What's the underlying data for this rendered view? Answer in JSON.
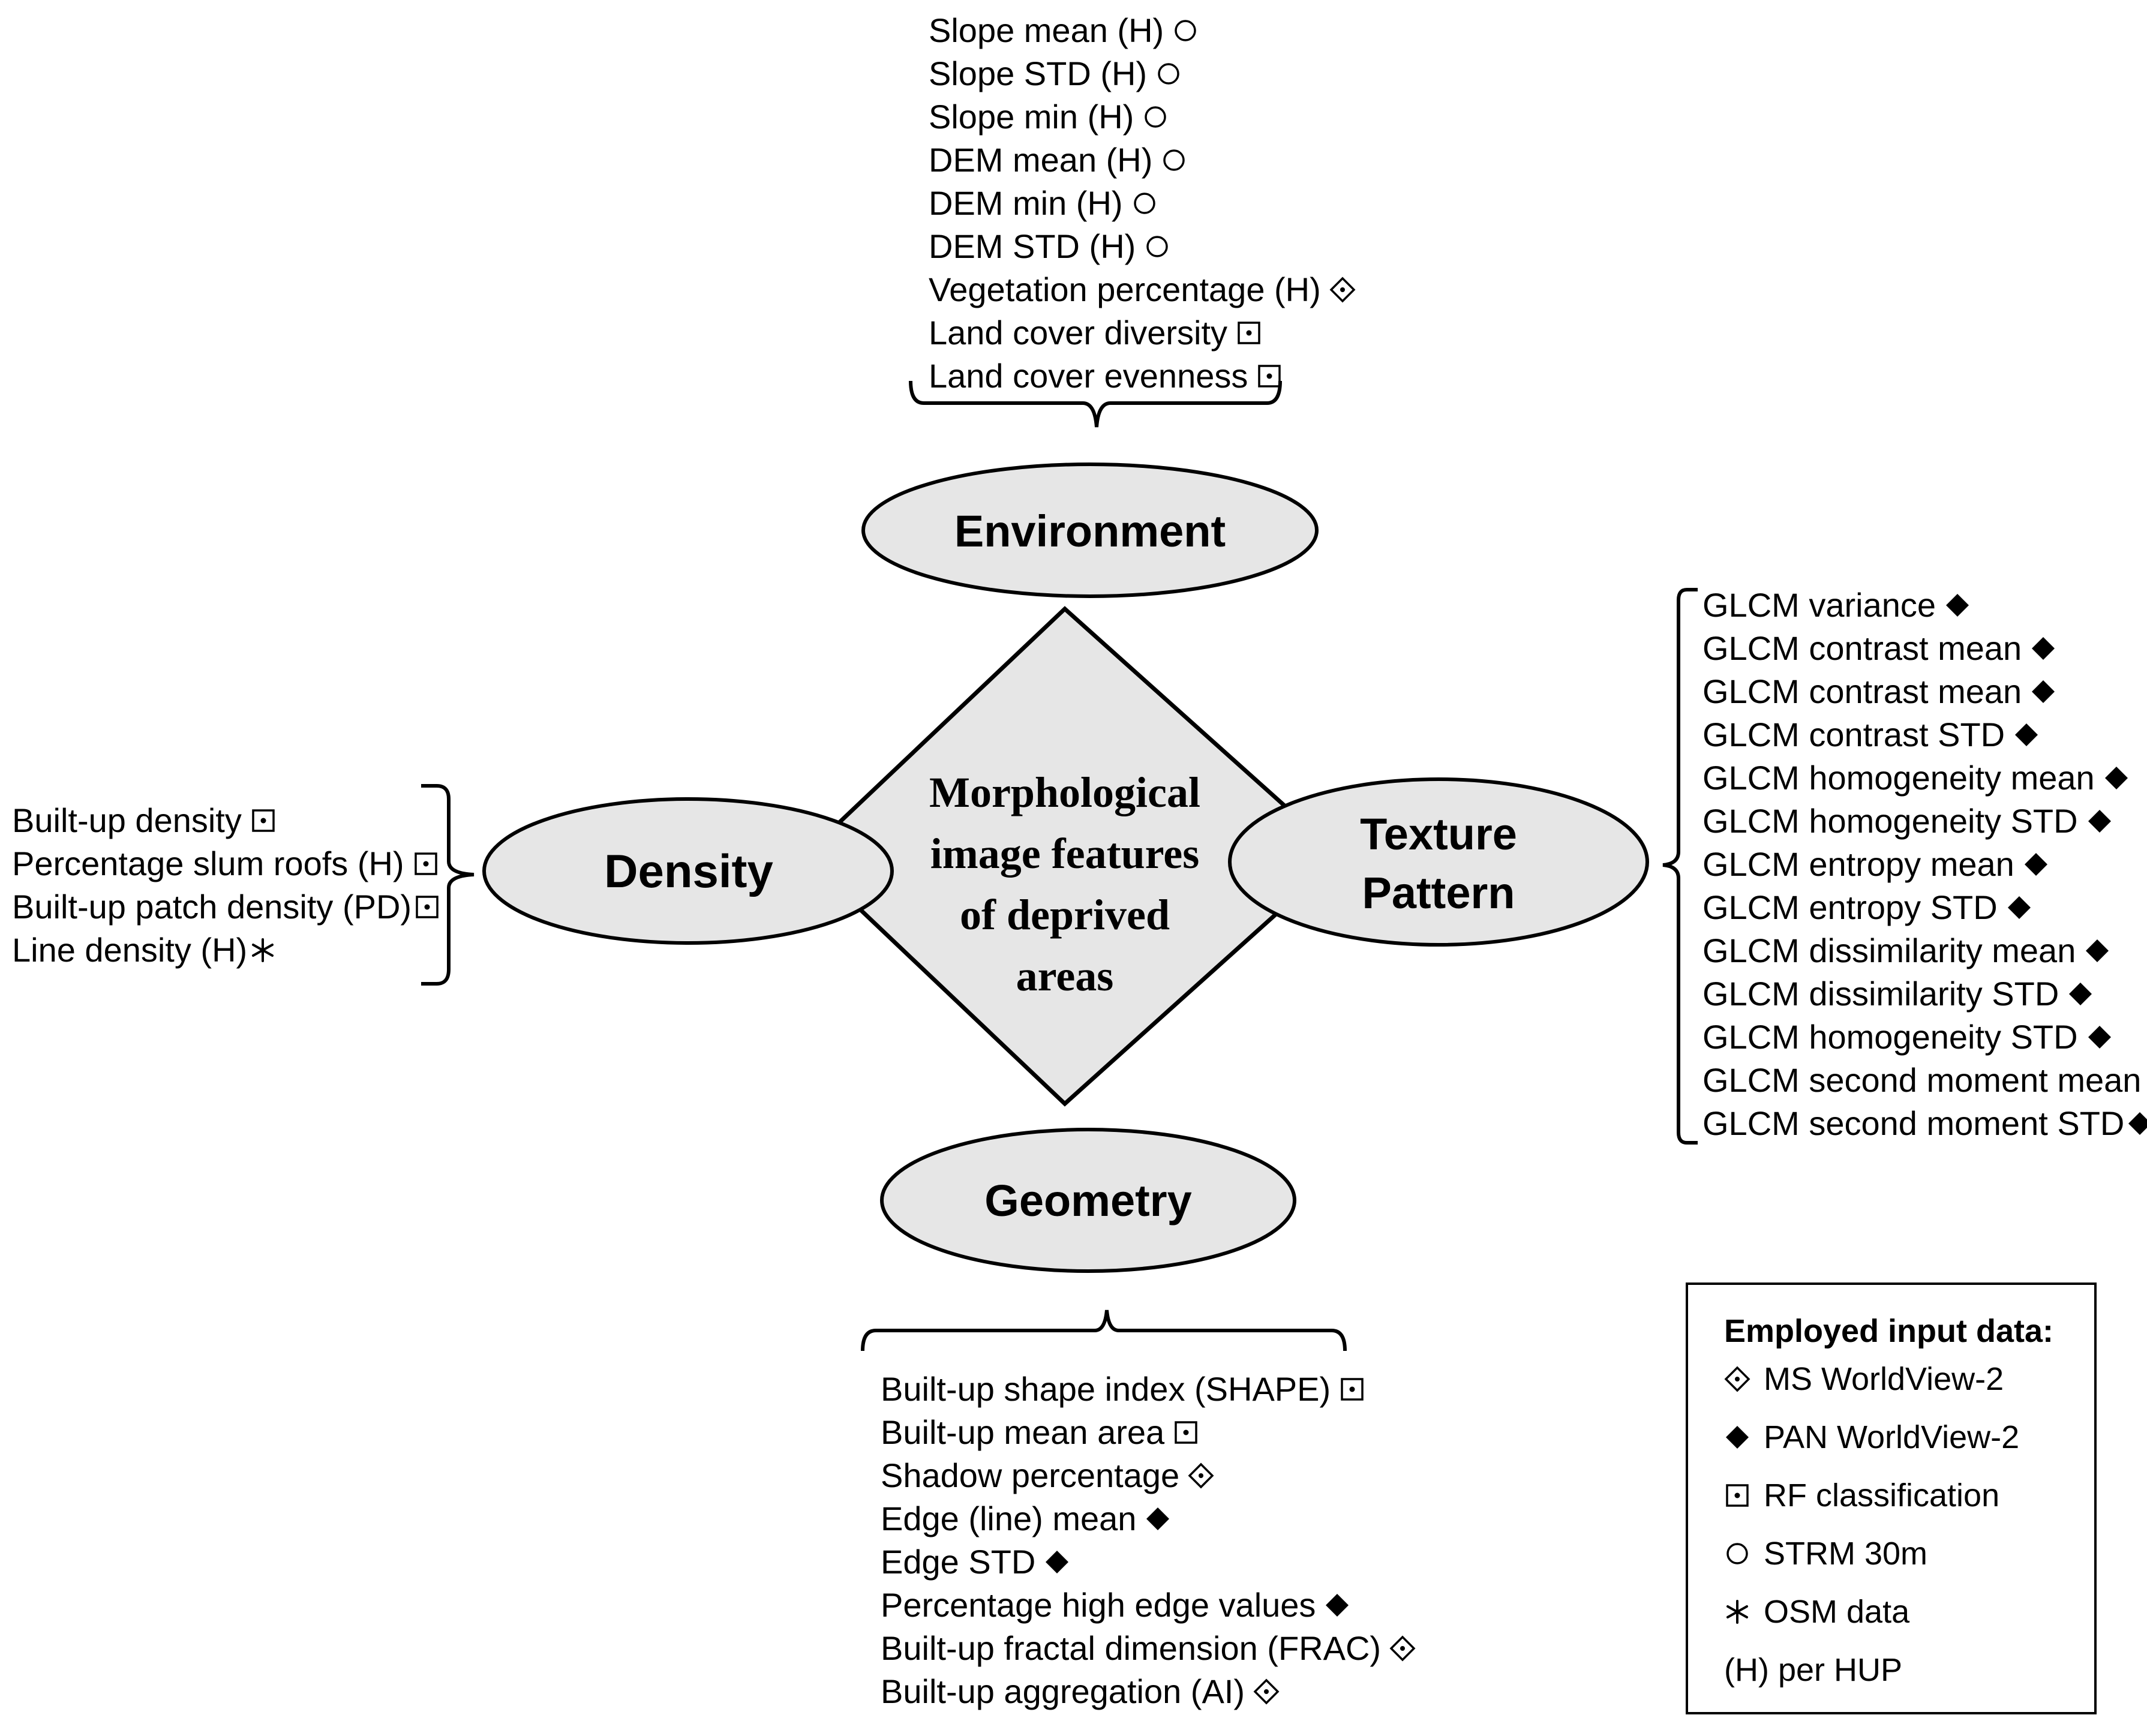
{
  "center": {
    "lines": [
      "Morphological",
      "image features",
      "of deprived",
      "areas"
    ]
  },
  "categories": {
    "environment": "Environment",
    "density": "Density",
    "texture_line1": "Texture",
    "texture_line2": "Pattern",
    "geometry": "Geometry"
  },
  "environment_features": [
    {
      "label": "Slope mean (H)",
      "symbol": "circle"
    },
    {
      "label": "Slope STD (H)",
      "symbol": "circle"
    },
    {
      "label": "Slope min (H)",
      "symbol": "circle"
    },
    {
      "label": "DEM mean (H)",
      "symbol": "circle"
    },
    {
      "label": "DEM min (H)",
      "symbol": "circle"
    },
    {
      "label": "DEM STD (H)",
      "symbol": "circle"
    },
    {
      "label": "Vegetation percentage (H)",
      "symbol": "diamond-dot"
    },
    {
      "label": "Land cover diversity",
      "symbol": "square-dot"
    },
    {
      "label": "Land cover evenness",
      "symbol": "square-dot"
    }
  ],
  "density_features": [
    {
      "label": "Built-up density",
      "symbol": "square-dot"
    },
    {
      "label": "Percentage slum roofs (H)",
      "symbol": "square-dot"
    },
    {
      "label": "Built-up patch density (PD)",
      "symbol": "square-dot"
    },
    {
      "label": "Line density (H)",
      "symbol": "asterisk"
    }
  ],
  "texture_features": [
    {
      "label": "GLCM variance",
      "symbol": "diamond-filled"
    },
    {
      "label": "GLCM contrast mean",
      "symbol": "diamond-filled"
    },
    {
      "label": "GLCM contrast mean",
      "symbol": "diamond-filled"
    },
    {
      "label": "GLCM contrast STD",
      "symbol": "diamond-filled"
    },
    {
      "label": "GLCM homogeneity mean",
      "symbol": "diamond-filled"
    },
    {
      "label": "GLCM homogeneity STD",
      "symbol": "diamond-filled"
    },
    {
      "label": "GLCM entropy mean",
      "symbol": "diamond-filled"
    },
    {
      "label": "GLCM entropy STD",
      "symbol": "diamond-filled"
    },
    {
      "label": "GLCM dissimilarity mean",
      "symbol": "diamond-filled"
    },
    {
      "label": "GLCM dissimilarity STD",
      "symbol": "diamond-filled"
    },
    {
      "label": "GLCM homogeneity STD",
      "symbol": "diamond-filled"
    },
    {
      "label": "GLCM second moment mean",
      "symbol": "diamond-filled"
    },
    {
      "label": "GLCM second moment STD",
      "symbol": "diamond-filled"
    }
  ],
  "geometry_features": [
    {
      "label": "Built-up shape index (SHAPE)",
      "symbol": "square-dot"
    },
    {
      "label": "Built-up mean area",
      "symbol": "square-dot"
    },
    {
      "label": "Shadow percentage",
      "symbol": "diamond-dot"
    },
    {
      "label": "Edge (line) mean",
      "symbol": "diamond-filled"
    },
    {
      "label": "Edge STD",
      "symbol": "diamond-filled"
    },
    {
      "label": "Percentage high edge values",
      "symbol": "diamond-filled"
    },
    {
      "label": "Built-up fractal dimension (FRAC)",
      "symbol": "diamond-dot"
    },
    {
      "label": "Built-up aggregation (AI)",
      "symbol": "diamond-dot"
    }
  ],
  "legend": {
    "title": "Employed input data:",
    "items": [
      {
        "symbol": "diamond-dot",
        "label": "MS WorldView-2"
      },
      {
        "symbol": "diamond-filled",
        "label": "PAN WorldView-2"
      },
      {
        "symbol": "square-dot",
        "label": "RF classification"
      },
      {
        "symbol": "circle",
        "label": "STRM 30m"
      },
      {
        "symbol": "asterisk",
        "label": "OSM data"
      },
      {
        "symbol": "none",
        "label": "(H) per HUP"
      }
    ]
  }
}
